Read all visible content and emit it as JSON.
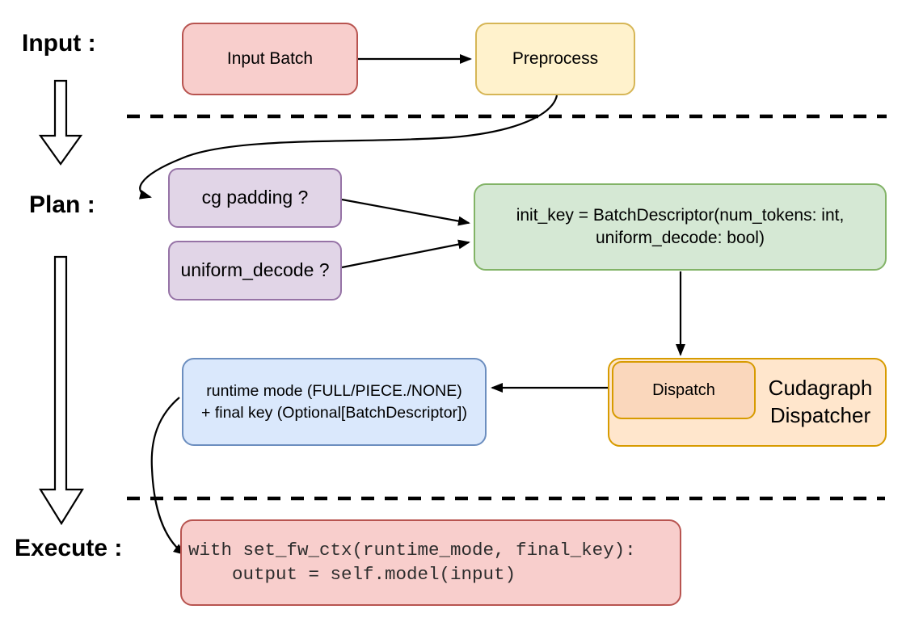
{
  "stage_labels": {
    "input": "Input :",
    "plan": "Plan :",
    "execute": "Execute :"
  },
  "nodes": {
    "input_batch": {
      "label": "Input Batch",
      "fill": "#f8cecc",
      "border": "#b85450"
    },
    "preprocess": {
      "label": "Preprocess",
      "fill": "#fff2cc",
      "border": "#d6b656"
    },
    "cg_padding": {
      "label": "cg padding ?",
      "fill": "#e1d5e7",
      "border": "#9673a6"
    },
    "uniform_decode": {
      "label": "uniform_decode ?",
      "fill": "#e1d5e7",
      "border": "#9673a6"
    },
    "init_key": {
      "label": "init_key = BatchDescriptor(num_tokens: int,\nuniform_decode: bool)",
      "fill": "#d5e8d4",
      "border": "#82b366"
    },
    "runtime_mode": {
      "label": "runtime mode (FULL/PIECE./NONE)\n+ final key (Optional[BatchDescriptor])",
      "fill": "#dae8fc",
      "border": "#6c8ebf"
    },
    "cudagraph_dispatcher": {
      "label": "Cudagraph\nDispatcher",
      "fill": "#ffe6cc",
      "border": "#d79b00"
    },
    "dispatch": {
      "label": "Dispatch",
      "fill": "#fad7bc",
      "border": "#d79b00"
    },
    "execute_code": {
      "label": "with set_fw_ctx(runtime_mode, final_key):\n    output = self.model(input)",
      "fill": "#f8cecc",
      "border": "#b85450"
    }
  },
  "palette": {
    "connector_line": "#000000",
    "stage_arrow_fill": "#ffffff",
    "stage_arrow_outline": "#000000"
  }
}
